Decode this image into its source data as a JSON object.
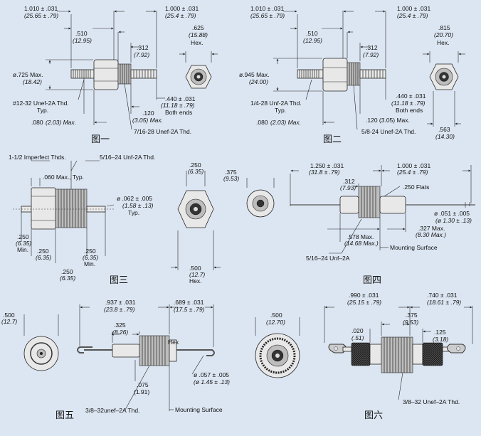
{
  "fig1": {
    "caption": "图一",
    "d_overall": "1.010 ± .031",
    "d_overall_mm": "(25.65 ± .79)",
    "d_right": "1.000 ± .031",
    "d_right_mm": "(25.4 ± .79)",
    "d_510": ".510",
    "d_510_mm": "(12.95)",
    "d_312": ".312",
    "d_312_mm": "(7.92)",
    "d_hex": ".625",
    "d_hex_mm": "(15.88)",
    "hex_word": "Hex.",
    "d_dia": "ø.725 Max.",
    "d_dia_mm": "(18.42)",
    "d_440": ".440 ± .031",
    "d_440_mm": "(11.18 ± .79)",
    "both_ends": "Both ends",
    "thd1": "#12-32 Unef-2A Thd.",
    "typ": "Typ.",
    "d_120": ".120",
    "d_120_mm": "(3.05) Max.",
    "d_080": ".080",
    "d_080_mm": "(2.03) Max.",
    "thd2": "7/16-28 Unef-2A Thd."
  },
  "fig2": {
    "caption": "图二",
    "d_overall": "1.010 ± .031",
    "d_overall_mm": "(25.65 ± .79)",
    "d_right": "1.000 ± .031",
    "d_right_mm": "(25.4 ± .79)",
    "d_510": ".510",
    "d_510_mm": "(12.95)",
    "d_312": ".312",
    "d_312_mm": "(7.92)",
    "d_hex": ".815",
    "d_hex_mm": "(20.70)",
    "hex_word": "Hex.",
    "d_dia": "ø.945 Max.",
    "d_dia_mm": "(24.00)",
    "d_440": ".440 ± .031",
    "d_440_mm": "(11.18 ± .79)",
    "both_ends": "Both ends",
    "thd1": "1/4-28 Unf-2A Thd.",
    "typ": "Typ.",
    "d_120": ".120 (3.05) Max.",
    "d_080": ".080",
    "d_080_mm": "(2.03) Max.",
    "thd2": "5/8-24 Unef-2A Thd.",
    "d_563": ".563",
    "d_563_mm": "(14.30)"
  },
  "fig3": {
    "caption": "图三",
    "imperfect": "1-1/2 Imperfect Thds.",
    "thd": "5/16–24 Unf-2A Thd.",
    "d_060": ".060 Max., Typ.",
    "d_062": "ø .062 ± .005",
    "d_062_mm": "(1.58 ± .13)",
    "typ": "Typ.",
    "d_250a": ".250",
    "d_250a_mm": "(6.35)",
    "min_a": "Min.",
    "d_250b": ".250",
    "d_250b_mm": "(6.35)",
    "d_250c": ".250",
    "d_250c_mm": "(6.35)",
    "min_c": "Min.",
    "d_250d": ".250",
    "d_250d_mm": "(6.35)",
    "d_250_top": ".250",
    "d_250_top_mm": "(6.35)",
    "d_500": ".500",
    "d_500_mm": "(12.7)",
    "hex_word": "Hex.",
    "d_375": ".375",
    "d_375_mm": "(9.53)"
  },
  "fig4": {
    "caption": "图四",
    "d_1250": "1.250 ± .031",
    "d_1250_mm": "(31.8 ± .79)",
    "d_1000": "1.000 ± .031",
    "d_1000_mm": "(25.4 ± .79)",
    "d_312": ".312",
    "d_312_mm": "(7.93)",
    "flats": ".250 Flats",
    "d_051": "ø .051 ± .005",
    "d_051_mm": "(ø 1.30 ± .13)",
    "d_327": ".327 Max.",
    "d_327_mm": "(8.30 Max.)",
    "d_578": ".578 Max.",
    "d_578_mm": "(14.68 Max.)",
    "mount": "Mounting Surface",
    "thd": "5/16–24 Unf–2A"
  },
  "fig5": {
    "caption": "图五",
    "d_500": ".500",
    "d_500_mm": "(12.7)",
    "d_937": ".937 ± .031",
    "d_937_mm": "(23.8 ± .79)",
    "d_689": ".689 ± .031",
    "d_689_mm": "(17.5 ± .79)",
    "d_325": ".325",
    "d_325_mm": "(8.26)",
    "hex_word": "Hex",
    "d_057": "ø .057 ± .005",
    "d_057_mm": "(ø 1.45 ± .13)",
    "d_075": ".075",
    "d_075_mm": "(1.91)",
    "thd": "3/8–32unef–2A Thd.",
    "mount": "Mounting Surface"
  },
  "fig6": {
    "caption": "图六",
    "d_500": ".500",
    "d_500_mm": "(12.70)",
    "d_990": ".990 ± .031",
    "d_990_mm": "(25.15 ± .79)",
    "d_740": ".740 ± .031",
    "d_740_mm": "(18.61 ± .79)",
    "d_375": ".375",
    "d_375_mm": "(9.53)",
    "d_020": ".020",
    "d_020_mm": "(.51)",
    "d_125": ".125",
    "d_125_mm": "(3.18)",
    "thd": "3/8–32 Unef–2A Thd."
  }
}
